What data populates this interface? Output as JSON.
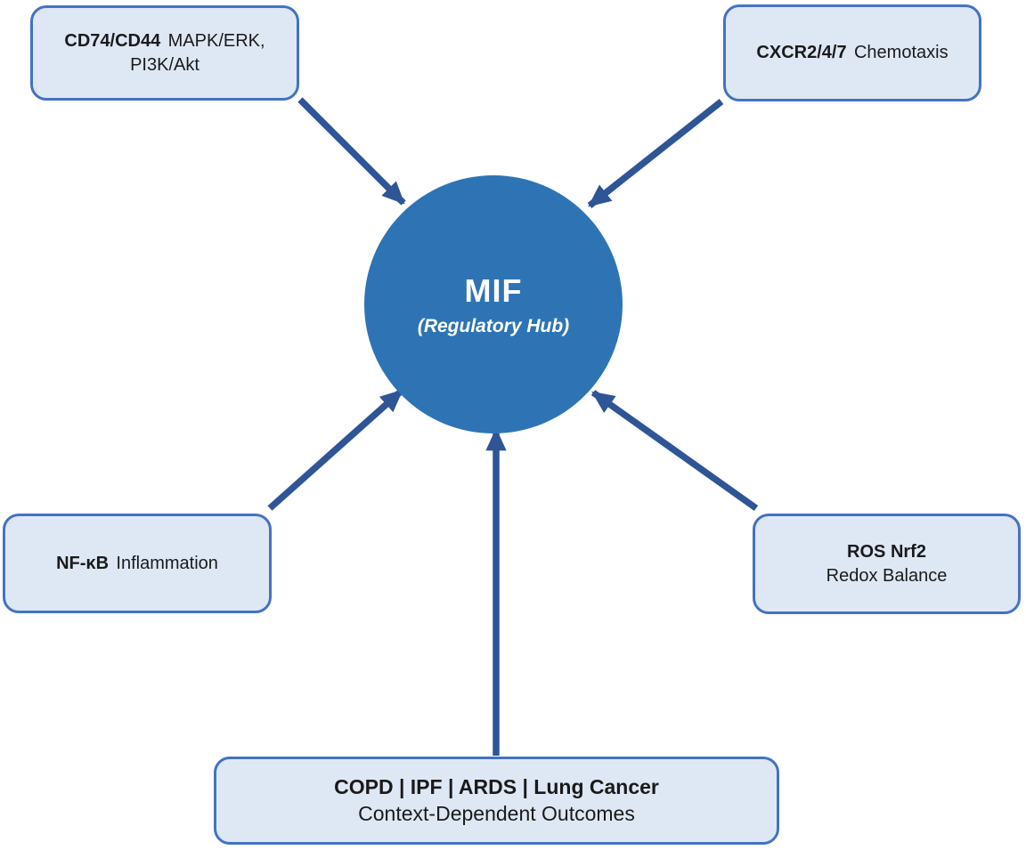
{
  "hub": {
    "title": "MIF",
    "subtitle": "(Regulatory Hub)"
  },
  "boxes": {
    "top_left": {
      "bold": "CD74/CD44",
      "rest": "MAPK/ERK,",
      "line2": "PI3K/Akt"
    },
    "top_right": {
      "bold": "CXCR2/4/7",
      "rest": "Chemotaxis"
    },
    "bottom_left": {
      "bold": "NF-κB",
      "rest": "Inflammation"
    },
    "bottom_right": {
      "bold": "ROS Nrf2",
      "line2": "Redox Balance"
    },
    "bottom_center": {
      "bold": "COPD | IPF | ARDS | Lung Cancer",
      "line2": "Context-Dependent Outcomes"
    }
  },
  "arrows": [
    {
      "from": "CD74/CD44 MAPK/ERK, PI3K/Akt",
      "to": "MIF"
    },
    {
      "from": "CXCR2/4/7 Chemotaxis",
      "to": "MIF"
    },
    {
      "from": "NF-κB Inflammation",
      "to": "MIF"
    },
    {
      "from": "ROS Nrf2 Redox Balance",
      "to": "MIF"
    },
    {
      "from": "COPD | IPF | ARDS | Lung Cancer Context-Dependent Outcomes",
      "to": "MIF"
    }
  ],
  "colors": {
    "background": "#FFFFFF",
    "hub_fill": "#2E74B5",
    "hub_text": "#FFFFFF",
    "arrow": "#2F5597",
    "box_fill": "#DEE8F5",
    "box_border": "#4472C4",
    "box_text": "#1A1A1A"
  }
}
